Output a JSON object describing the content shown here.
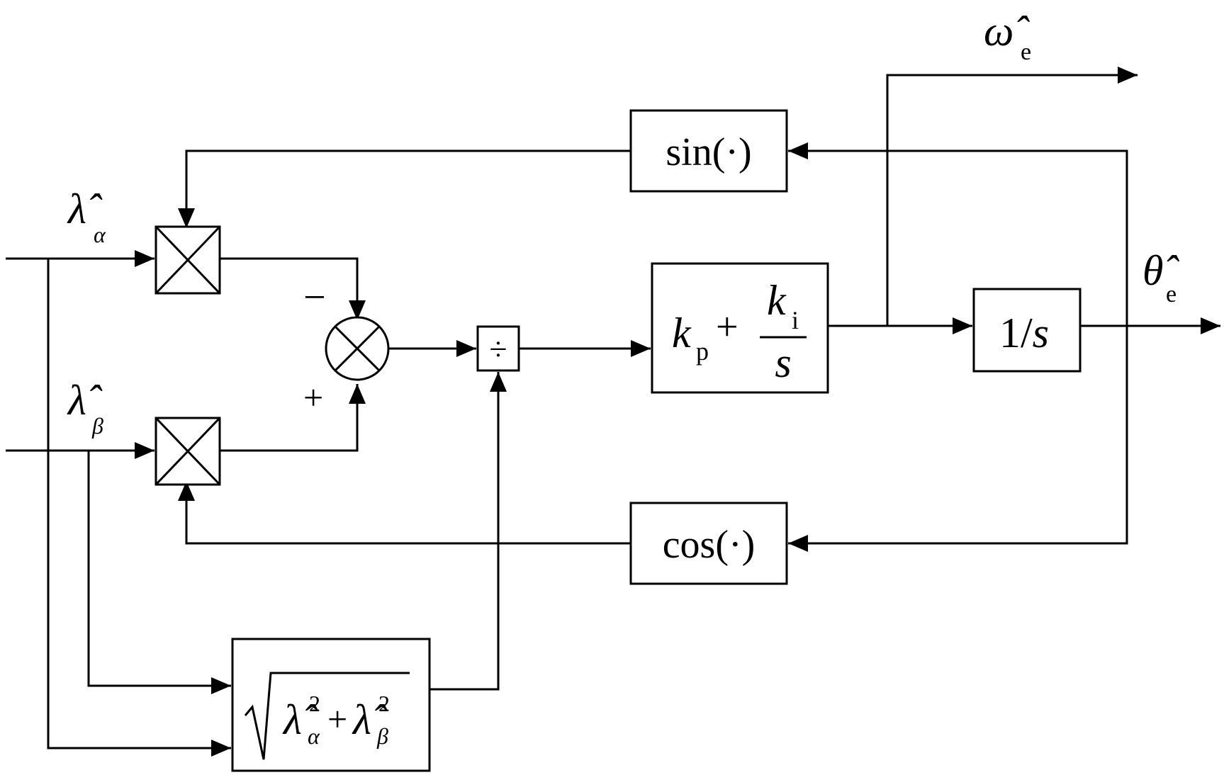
{
  "diagram": {
    "inputs": {
      "lambda_alpha": {
        "symbol": "λ̂",
        "sub": "α"
      },
      "lambda_beta": {
        "symbol": "λ̂",
        "sub": "β"
      }
    },
    "outputs": {
      "omega_e": {
        "symbol": "ω̂",
        "sub": "e"
      },
      "theta_e": {
        "symbol": "θ̂",
        "sub": "e"
      }
    },
    "blocks": {
      "sin": {
        "label": "sin(·)"
      },
      "cos": {
        "label": "cos(·)"
      },
      "pi": {
        "kp": "k",
        "kp_sub": "p",
        "plus": "+",
        "ki": "k",
        "ki_sub": "i",
        "den": "s"
      },
      "integrator": {
        "label_num": "1/",
        "label_var": "s"
      },
      "divider": {
        "label": "÷"
      },
      "sqrt": {
        "sym": "λ̂",
        "sup": "2",
        "sub_a": "α",
        "sub_b": "β",
        "plus": "+"
      }
    },
    "summer_signs": {
      "minus": "−",
      "plus": "+"
    }
  }
}
